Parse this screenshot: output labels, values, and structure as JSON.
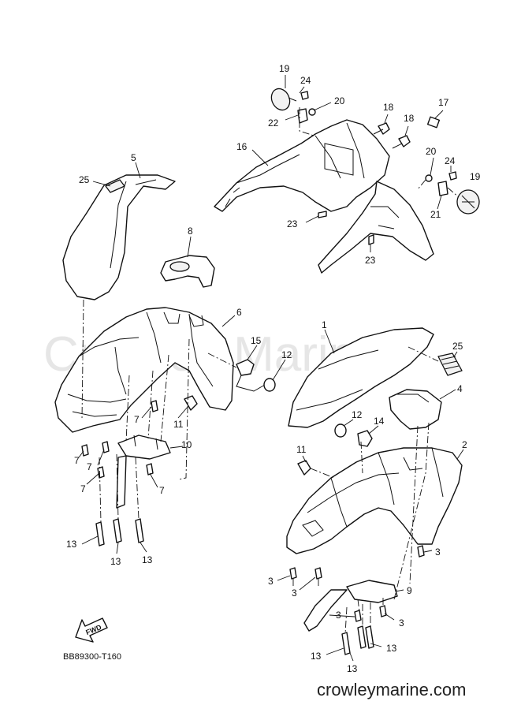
{
  "watermark": "Crowley Marine",
  "diagram_code": "BB89300-T160",
  "site_url": "crowleymarine.com",
  "fwd_label": "FWD",
  "callouts": {
    "c19a": "19",
    "c24a": "24",
    "c20a": "20",
    "c22": "22",
    "c18a": "18",
    "c18b": "18",
    "c17": "17",
    "c16": "16",
    "c20b": "20",
    "c24b": "24",
    "c19b": "19",
    "c21": "21",
    "c23a": "23",
    "c23b": "23",
    "c5": "5",
    "c25a": "25",
    "c8": "8",
    "c6": "6",
    "c15": "15",
    "c12a": "12",
    "c1": "1",
    "c25b": "25",
    "c4": "4",
    "c7a": "7",
    "c11a": "11",
    "c7b": "7",
    "c7c": "7",
    "c7d": "7",
    "c10": "10",
    "c7e": "7",
    "c13a": "13",
    "c13b": "13",
    "c13c": "13",
    "c12b": "12",
    "c14": "14",
    "c11b": "11",
    "c2": "2",
    "c3a": "3",
    "c3b": "3",
    "c3c": "3",
    "c9": "9",
    "c3d": "3",
    "c3e": "3",
    "c13d": "13",
    "c13e": "13",
    "c13f": "13"
  }
}
